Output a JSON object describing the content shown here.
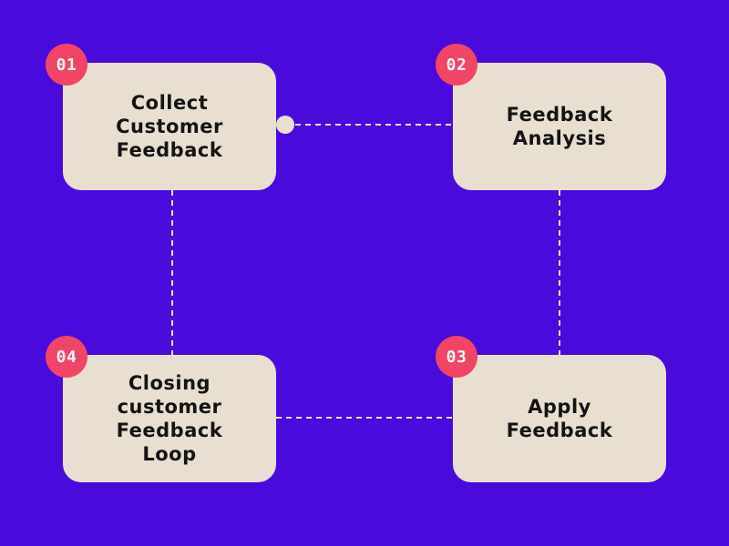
{
  "steps": [
    {
      "number": "01",
      "label": "Collect\nCustomer\nFeedback"
    },
    {
      "number": "02",
      "label": "Feedback\nAnalysis"
    },
    {
      "number": "03",
      "label": "Apply\nFeedback"
    },
    {
      "number": "04",
      "label": "Closing\ncustomer\nFeedback\nLoop"
    }
  ],
  "colors": {
    "background": "#4a0adb",
    "card": "#e8dfd0",
    "badge": "#f04565",
    "badge_text": "#ffffff",
    "text": "#141414",
    "connector": "#e8dfd0"
  }
}
